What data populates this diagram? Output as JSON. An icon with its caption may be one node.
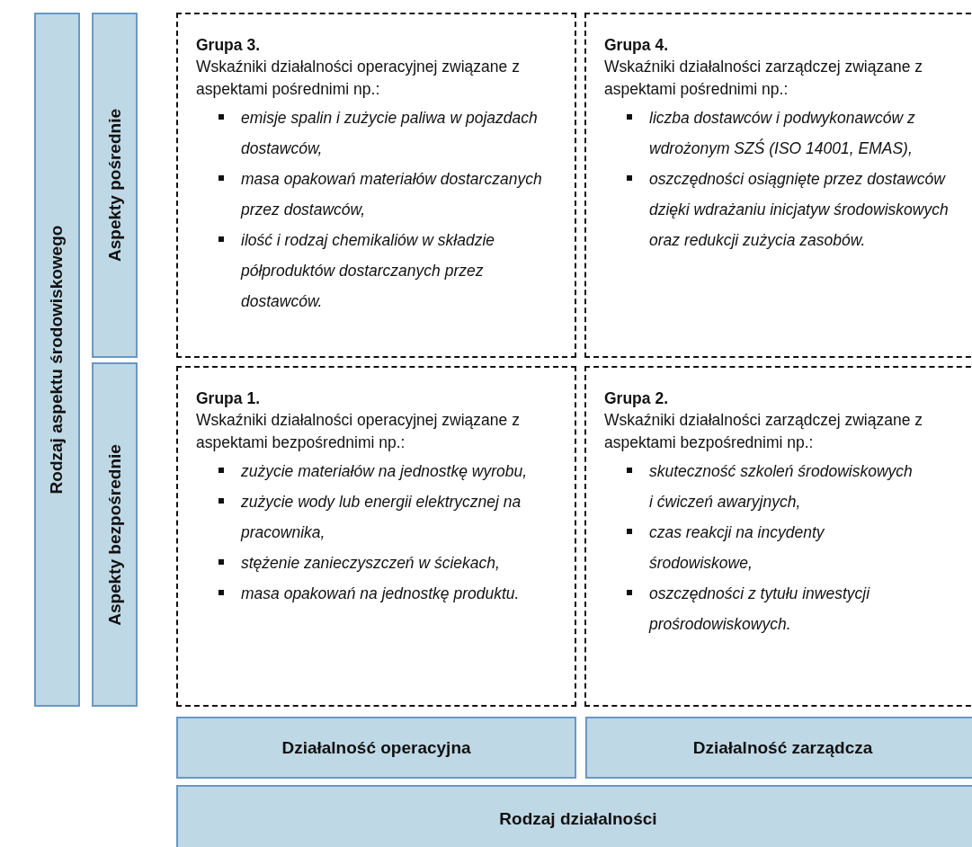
{
  "diagram": {
    "nodes": [
      {
        "text": [
          "Rodzaj aspektu środowiskowego"
        ]
      },
      {
        "text": [
          "Aspekty pośrednie"
        ]
      },
      {
        "text": [
          "Aspekty bezpośrednie"
        ]
      },
      {
        "text": [
          "Grupa 3.",
          "Wskaźniki działalności operacyjnej związane z aspektami pośrednimi np.:",
          "emisje spalin i zużycie paliwa w pojazdach dostawców,",
          "masa opakowań materiałów dostarczanych przez dostawców,",
          "ilość i rodzaj chemikaliów w składzie półproduktów dostarczanych przez dostawców."
        ]
      },
      {
        "text": [
          "Grupa 4.",
          "Wskaźniki działalności zarządczej związane z aspektami pośrednimi np.:",
          "liczba dostawców i podwykonawców z wdrożonym SZŚ (ISO 14001, EMAS),",
          "oszczędności osiągnięte przez dostawców dzięki wdrażaniu inicjatyw środowiskowych oraz redukcji zużycia zasobów."
        ]
      },
      {
        "text": [
          "Grupa 1.",
          "Wskaźniki działalności operacyjnej związane z aspektami bezpośrednimi np.:",
          "zużycie materiałów na jednostkę wyrobu,",
          "zużycie wody lub energii elektrycznej na pracownika,",
          "stężenie zanieczyszczeń w ściekach,",
          "masa opakowań na jednostkę produktu."
        ]
      },
      {
        "text": [
          "Grupa 2.",
          "Wskaźniki działalności zarządczej związane z aspektami bezpośrednimi np.:",
          "skuteczność szkoleń środowiskowych i ćwiczeń awaryjnych,",
          "czas reakcji na incydenty środowiskowe,",
          "oszczędności z tytułu inwestycji prośrodowiskowych."
        ]
      },
      {
        "text": [
          "Działalność operacyjna"
        ]
      },
      {
        "text": [
          "Działalność zarządcza"
        ]
      },
      {
        "text": [
          "Rodzaj działalności"
        ]
      }
    ]
  }
}
